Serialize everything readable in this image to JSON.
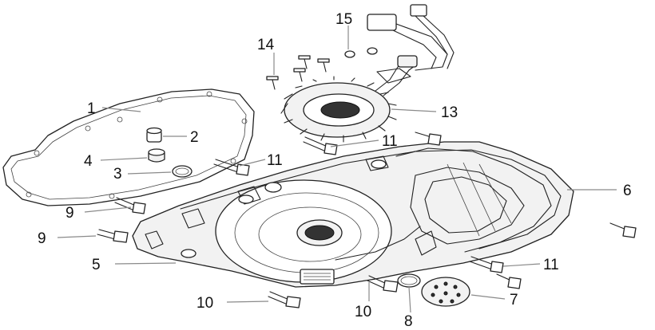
{
  "diagram": {
    "callouts": [
      {
        "id": "c1",
        "text": "1"
      },
      {
        "id": "c2",
        "text": "2"
      },
      {
        "id": "c3",
        "text": "3"
      },
      {
        "id": "c4",
        "text": "4"
      },
      {
        "id": "c5",
        "text": "5"
      },
      {
        "id": "c6",
        "text": "6"
      },
      {
        "id": "c7",
        "text": "7"
      },
      {
        "id": "c8",
        "text": "8"
      },
      {
        "id": "c9a",
        "text": "9"
      },
      {
        "id": "c9b",
        "text": "9"
      },
      {
        "id": "c10a",
        "text": "10"
      },
      {
        "id": "c10b",
        "text": "10"
      },
      {
        "id": "c11a",
        "text": "11"
      },
      {
        "id": "c11b",
        "text": "11"
      },
      {
        "id": "c11c",
        "text": "11"
      },
      {
        "id": "c13",
        "text": "13"
      },
      {
        "id": "c14",
        "text": "14"
      },
      {
        "id": "c15",
        "text": "15"
      }
    ]
  }
}
